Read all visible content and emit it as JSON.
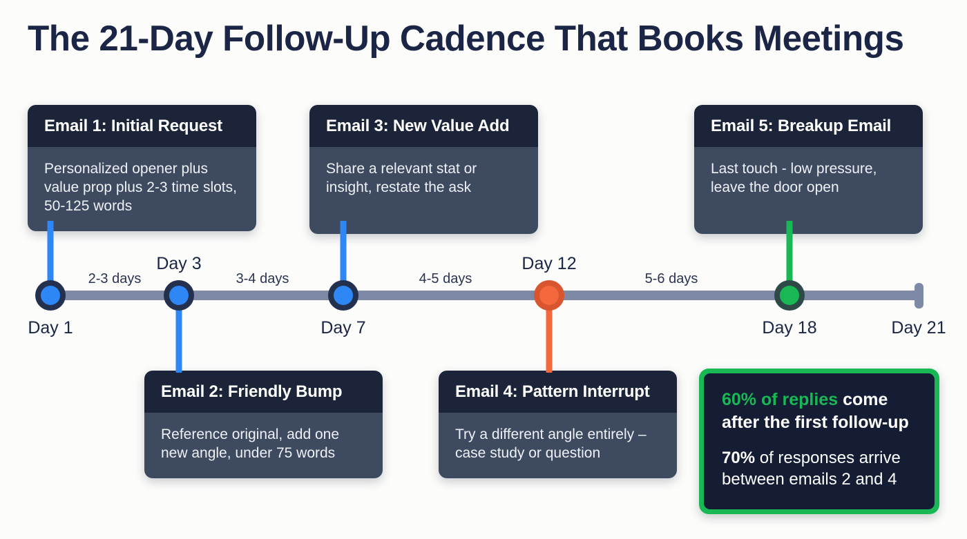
{
  "title": "The 21-Day Follow-Up Cadence That Books Meetings",
  "colors": {
    "background": "#fcfcfa",
    "title": "#1b2545",
    "axis": "#7e8aa5",
    "blue": "#2f86f5",
    "blue_ring": "#23314f",
    "orange": "#f5673c",
    "orange_ring": "#d9552f",
    "green": "#18b954",
    "green_ring": "#2e4a48",
    "card_header": "#1b2439",
    "card_body": "#3e4a60",
    "stat_inner": "#141d33"
  },
  "timeline": {
    "nodes": [
      {
        "day_label": "Day 1",
        "color": "blue",
        "label_position": "below"
      },
      {
        "day_label": "Day 3",
        "color": "blue",
        "label_position": "above"
      },
      {
        "day_label": "Day 7",
        "color": "blue",
        "label_position": "below"
      },
      {
        "day_label": "Day 12",
        "color": "orange",
        "label_position": "above"
      },
      {
        "day_label": "Day 18",
        "color": "green",
        "label_position": "below"
      },
      {
        "day_label": "Day 21",
        "color": "endcap",
        "label_position": "below"
      }
    ],
    "gaps": [
      {
        "label": "2-3 days"
      },
      {
        "label": "3-4 days"
      },
      {
        "label": "4-5 days"
      },
      {
        "label": "5-6 days"
      }
    ]
  },
  "cards": [
    {
      "title": "Email 1: Initial Request",
      "body": "Personalized opener plus value prop plus 2-3 time slots, 50-125 words",
      "side": "above",
      "accent": "blue"
    },
    {
      "title": "Email 2: Friendly Bump",
      "body": "Reference original, add one new angle, under 75 words",
      "side": "below",
      "accent": "blue"
    },
    {
      "title": "Email 3: New Value Add",
      "body": "Share a relevant stat or insight, restate the ask",
      "side": "above",
      "accent": "blue"
    },
    {
      "title": "Email 4: Pattern Interrupt",
      "body": "Try a different angle entirely – case study or question",
      "side": "below",
      "accent": "orange"
    },
    {
      "title": "Email 5: Breakup Email",
      "body": "Last touch - low pressure, leave the door open",
      "side": "above",
      "accent": "green"
    }
  ],
  "stat_box": {
    "line1_highlight": "60% of replies",
    "line1_rest": " come after the first follow-up",
    "line2_bold": "70%",
    "line2_rest": " of responses arrive between emails 2 and 4"
  }
}
